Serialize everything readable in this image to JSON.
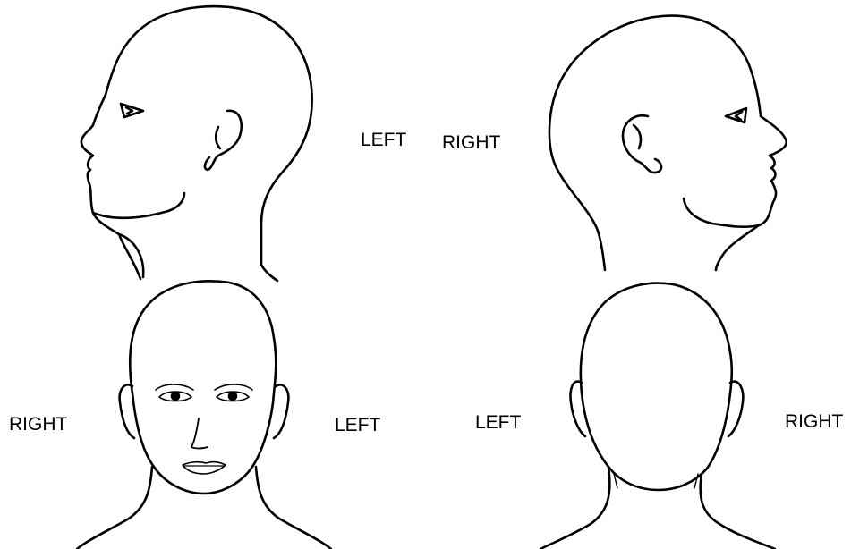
{
  "labels": {
    "left_profile": "LEFT",
    "right_profile": "RIGHT",
    "front_right": "RIGHT",
    "front_left": "LEFT",
    "back_left": "LEFT",
    "back_right": "RIGHT"
  },
  "colors": {
    "stroke": "#000000",
    "background": "#ffffff"
  }
}
